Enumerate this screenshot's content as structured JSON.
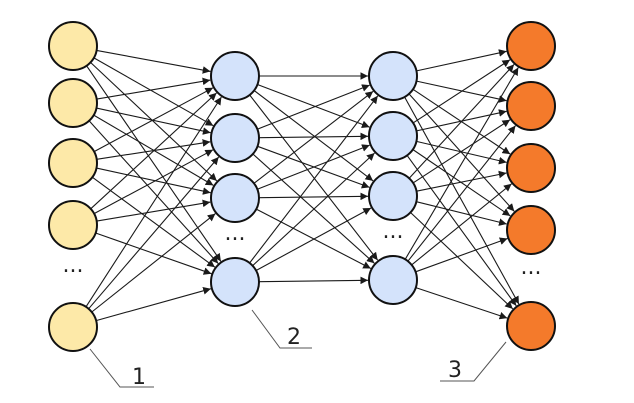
{
  "layers": [
    {
      "id": "layer-1",
      "fill": "#fde9a8",
      "dots": "..."
    },
    {
      "id": "layer-2",
      "fill": "#d4e3fb",
      "dots": "..."
    },
    {
      "id": "layer-3",
      "fill": "#d4e3fb",
      "dots": "..."
    },
    {
      "id": "layer-4",
      "fill": "#f47a2b",
      "dots": "..."
    }
  ],
  "callouts": [
    "1",
    "2",
    "3"
  ],
  "colors": {
    "edge": "#1a1a1a",
    "node_stroke": "#111111",
    "callout_line": "#555555"
  }
}
